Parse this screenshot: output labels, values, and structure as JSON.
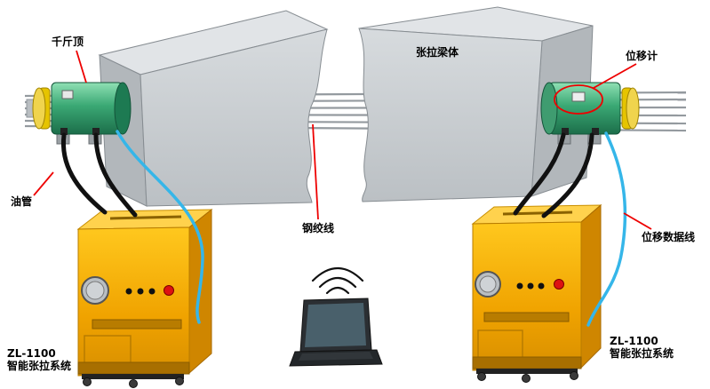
{
  "labels": {
    "jack": "千斤顶",
    "beam_body": "张拉梁体",
    "displacement_gauge": "位移计",
    "oil_pipe": "油管",
    "steel_strand": "钢绞线",
    "displacement_data_line": "位移数据线"
  },
  "systems": {
    "left": {
      "model": "ZL-1100",
      "name": "智能张拉系统"
    },
    "right": {
      "model": "ZL-1100",
      "name": "智能张拉系统"
    }
  },
  "icons": {
    "wireless_signal": "wifi-signal-icon"
  },
  "colors": {
    "jack_green": "#3aa874",
    "machine_yellow": "#f5a900",
    "beam_gray": "#ced2d6",
    "annotation_red": "#ee0000",
    "data_line_blue": "#35b6e9",
    "strand_gray": "#949a9f",
    "background": "#ffffff"
  }
}
